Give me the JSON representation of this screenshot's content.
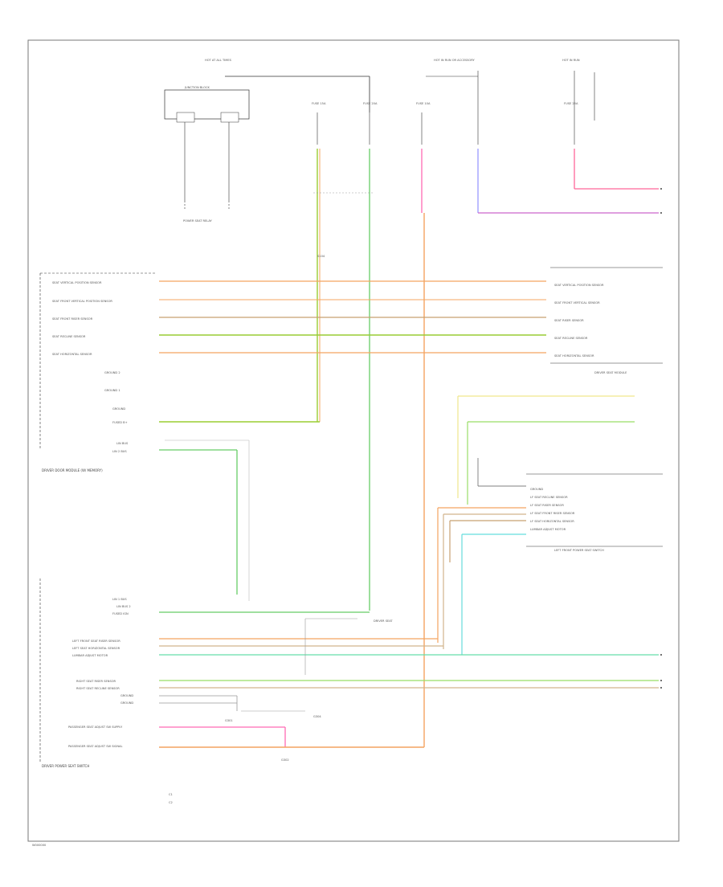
{
  "diagram": {
    "left_module_title": "DRIVER DOOR MODULE (W/ MEMORY)",
    "right_module_title": "DRIVER SEAT MODULE",
    "left_pins": [
      "SEAT VERTICAL POSITION SENSOR",
      "SEAT FRONT VERTICAL POSITION SENSOR",
      "SEAT FRONT RISER SENSOR",
      "SEAT RECLINE SENSOR",
      "SEAT HORIZONTAL SENSOR",
      "GROUND 2",
      "GROUND 1",
      "GROUND",
      "FUSED B+",
      "LIN BUS",
      "LIN 2 BUS",
      "LIN 1 BUS",
      "LIN BUS 2",
      "FUSED IGN",
      "LEFT FRONT SEAT RISER SENSOR",
      "LEFT SEAT HORIZONTAL SENSOR",
      "LUMBAR ADJUST MOTOR",
      "RIGHT SEAT RISER SENSOR",
      "RIGHT SEAT RECLINE SENSOR",
      "GROUND",
      "GROUND",
      "PASSENGER SEAT ADJUST SW SUPPLY",
      "PASSENGER SEAT ADJUST SW SIGNAL"
    ],
    "left_footer": "DRIVER POWER SEAT SWITCH",
    "right_pins": [
      "SEAT VERTICAL POSITION SENSOR",
      "SEAT FRONT VERTICAL SENSOR",
      "SEAT RISER SENSOR",
      "SEAT RECLINE SENSOR",
      "SEAT HORIZONTAL SENSOR"
    ],
    "right_caption": "DRIVER SEAT MODULE",
    "lumbar_pins": [
      "GROUND",
      "LF SEAT RECLINE SENSOR",
      "LF SEAT RISER SENSOR",
      "LF SEAT FRONT RISER SENSOR",
      "LF SEAT HORIZONTAL SENSOR",
      "LUMBAR ADJUST MOTOR"
    ],
    "lumbar_caption": "LEFT FRONT POWER SEAT SWITCH",
    "top_labels": {
      "hot_at_all_times": "HOT AT ALL TIMES",
      "hot_in_run": "HOT IN RUN",
      "hot_acc": "HOT IN RUN OR ACCESSORY",
      "fuse_block": "JUNCTION BLOCK",
      "fuse_a": "FUSE 15A",
      "fuse_b": "FUSE 20A",
      "fuse_c": "FUSE 10A",
      "fuse_d": "FUSE 25A",
      "power_relay": "POWER SEAT RELAY",
      "splice": "S104",
      "ground_left": "G301",
      "ground_right": "G302",
      "ground_mid": "G304"
    },
    "connector_note": "DRIVER SEAT",
    "legend": [
      "C1",
      "C2"
    ],
    "footer_code": "W000000"
  }
}
